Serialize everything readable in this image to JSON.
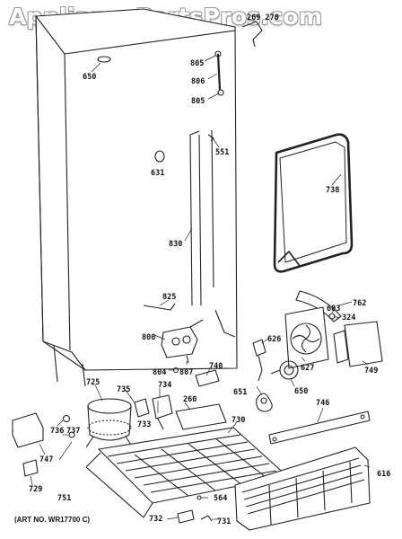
{
  "watermark": "AppliancePartsPros.com",
  "art_number": "(ART NO. WR17700 C)",
  "part_labels": {
    "p650a": "650",
    "p805a": "805",
    "p806": "806",
    "p805b": "805",
    "p551": "551",
    "p631": "631",
    "p738": "738",
    "p830": "830",
    "p825": "825",
    "p762": "762",
    "p683": "683",
    "p324": "324",
    "p626": "626",
    "p800": "800",
    "p749": "749",
    "p740": "740",
    "p804": "804",
    "p807": "807",
    "p627": "627",
    "p725": "725",
    "p735": "735",
    "p734": "734",
    "p733": "733",
    "p260": "260",
    "p651": "651",
    "p650b": "650",
    "p746": "746",
    "p730": "730",
    "p736": "736",
    "p737": "737",
    "p747": "747",
    "p729": "729",
    "p751": "751",
    "p616": "616",
    "p564": "564",
    "p732": "732",
    "p731": "731"
  },
  "watermark_overlap_labels": {
    "top_numbers": "269 270"
  }
}
